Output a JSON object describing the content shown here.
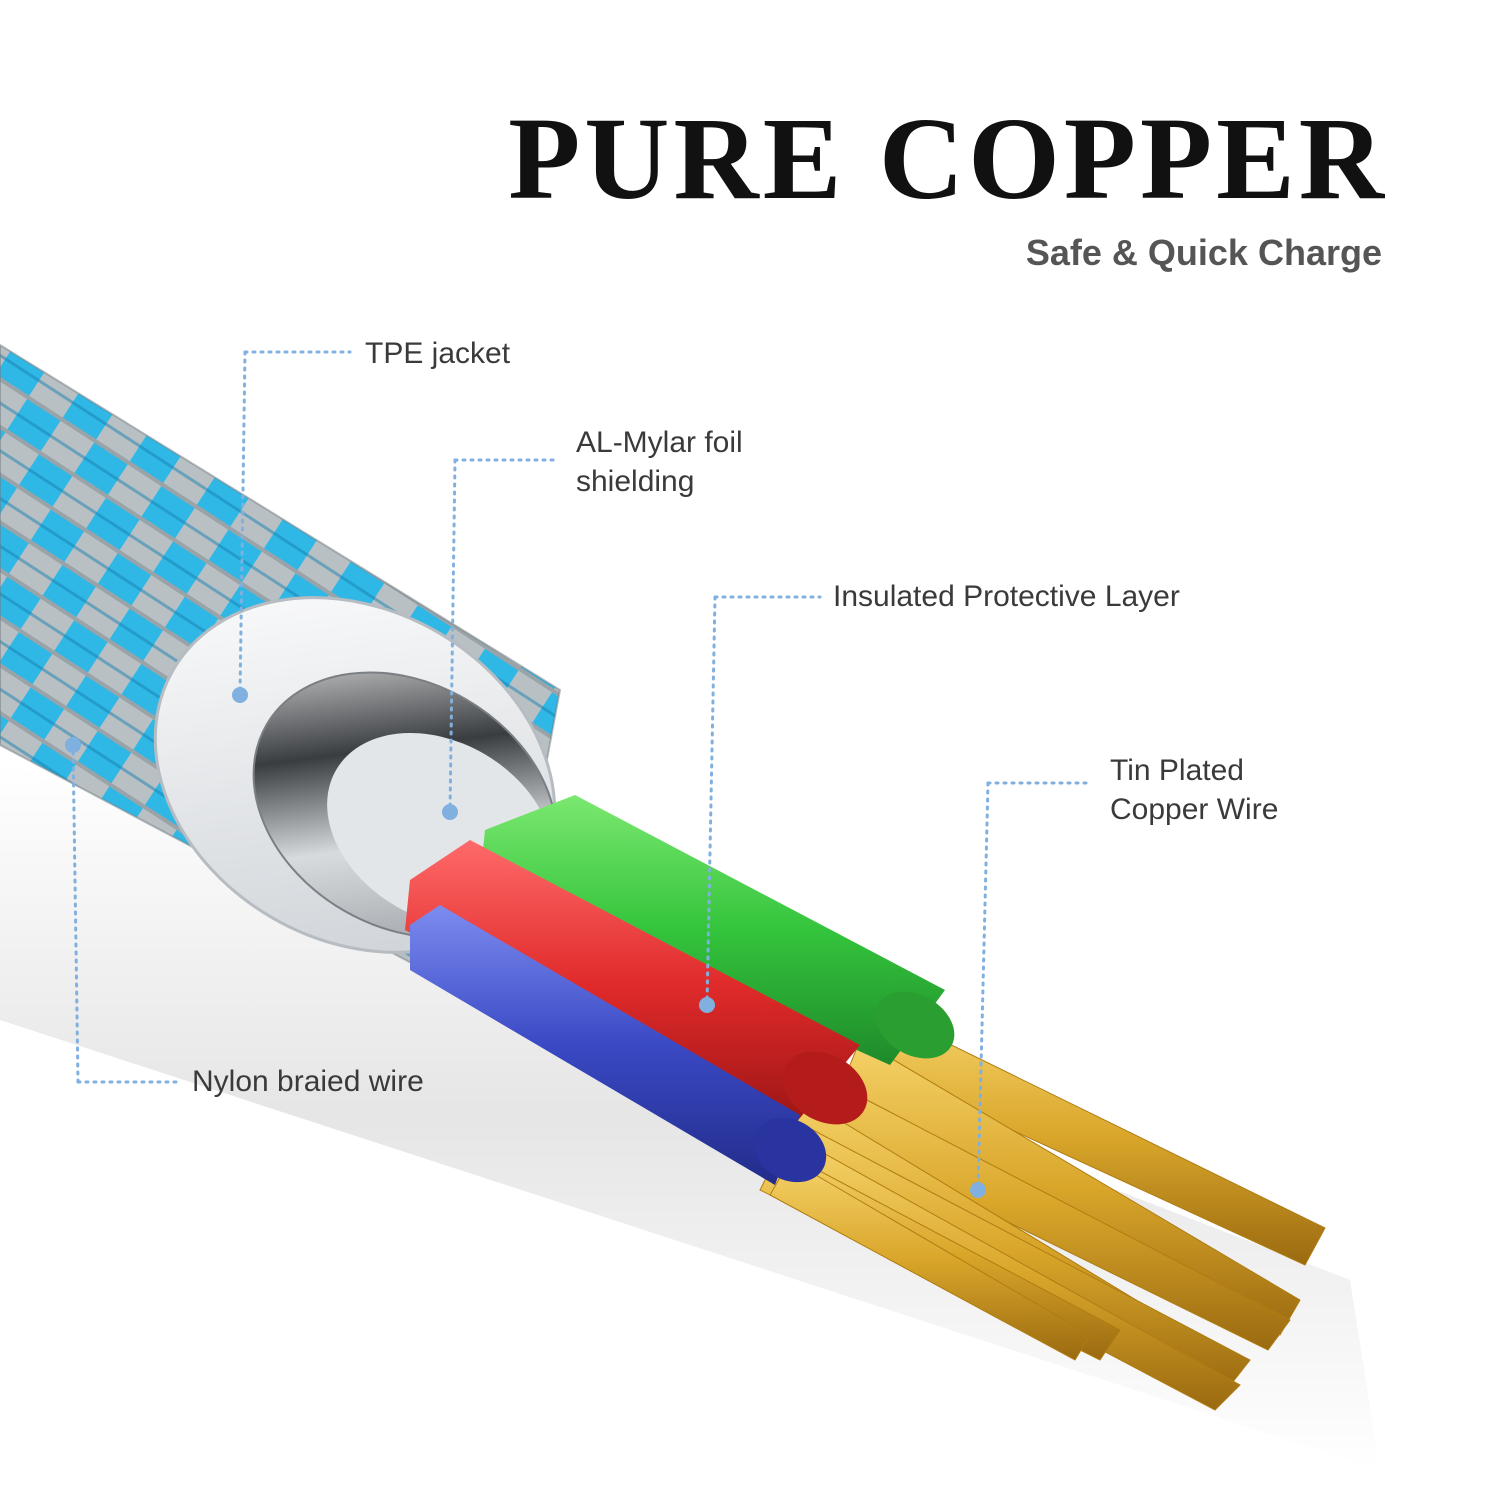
{
  "header": {
    "title": "PURE COPPER",
    "subtitle": "Safe & Quick Charge"
  },
  "callouts": [
    {
      "id": "tpe-jacket",
      "text": "TPE jacket"
    },
    {
      "id": "al-mylar",
      "text": "AL-Mylar foil\nshielding"
    },
    {
      "id": "insulated-layer",
      "text": "Insulated Protective Layer"
    },
    {
      "id": "tin-plated",
      "text": "Tin Plated\nCopper Wire"
    },
    {
      "id": "nylon-braid",
      "text": "Nylon braied wire"
    }
  ],
  "colors": {
    "braid_blue": "#2fb8e6",
    "braid_gray": "#9aa3a8",
    "jacket_white": "#eef0f2",
    "foil_silver": "#c8ccd0",
    "wire_green": "#34c43c",
    "wire_red": "#e02a2a",
    "wire_blue": "#3a49c4",
    "copper_gold": "#d9a62a",
    "callout_dot": "#7fb0e0"
  }
}
